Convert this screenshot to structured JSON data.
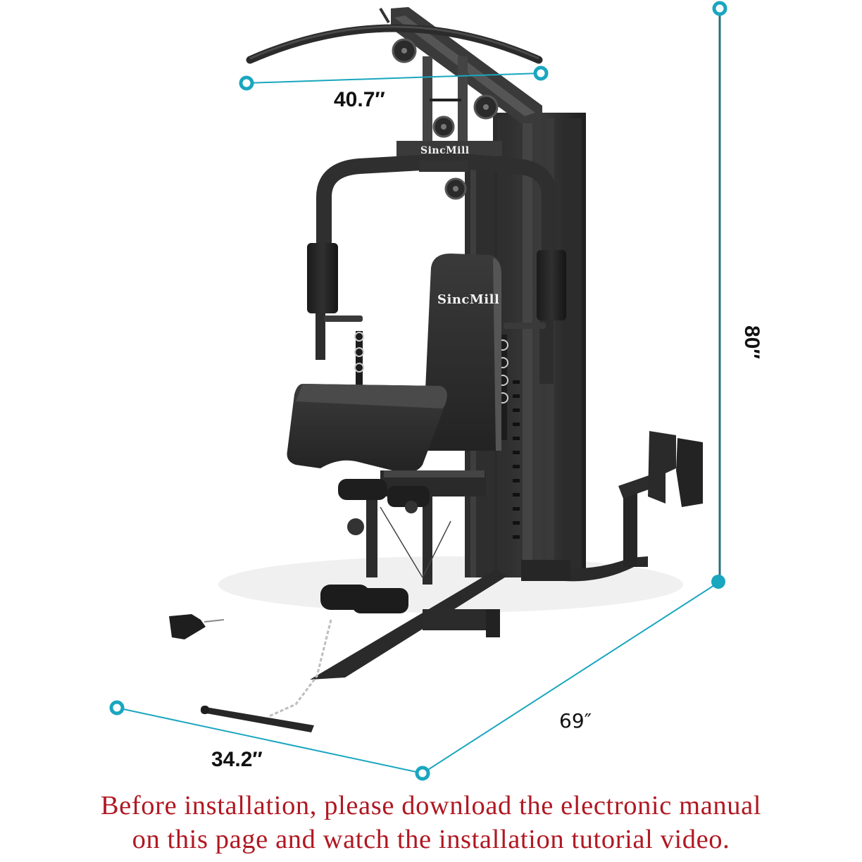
{
  "product": {
    "brand": "SincMill",
    "brand_labels": [
      {
        "location": "top-crossbar",
        "text": "SincMill"
      },
      {
        "location": "backrest",
        "text": "SincMill"
      }
    ],
    "type": "home gym multi-station"
  },
  "dimensions": {
    "accent_color": "#1aa6bf",
    "top_bar_width": {
      "label": "40.7″",
      "text": "40.7″"
    },
    "height": {
      "label": "80″",
      "text": "80″",
      "orientation": "rotated-90"
    },
    "depth": {
      "label": "69″",
      "text": "69″"
    },
    "width": {
      "label": "34.2″",
      "text": "34.2″"
    }
  },
  "notice": {
    "color": "#b01822",
    "line1": "Before installation, please download the electronic manual",
    "line2": "on this page and watch the installation tutorial video."
  }
}
